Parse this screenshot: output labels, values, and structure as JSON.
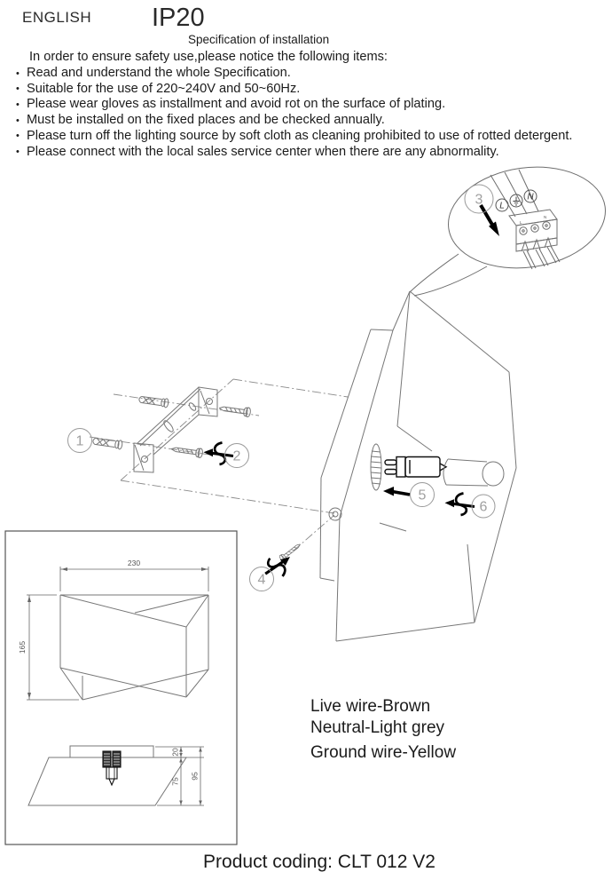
{
  "header": {
    "language": "ENGLISH",
    "ip_rating": "IP20",
    "subtitle": "Specification of installation",
    "intro": "In order to ensure safety use,please notice the following items:",
    "bullets": [
      "Read and understand the whole Specification.",
      "Suitable for the use of 220~240V and 50~60Hz.",
      "Please wear gloves as installment and avoid rot on the surface of plating.",
      "Must be installed on the fixed places and be checked annually.",
      "Please turn off the lighting source by soft cloth as cleaning prohibited to use of rotted detergent.",
      "Please connect with the local sales service center when there are any abnormality."
    ]
  },
  "callouts": [
    "1",
    "2",
    "3",
    "4",
    "5",
    "6"
  ],
  "balloon": {
    "live_label": "L",
    "neutral_label": "N"
  },
  "dimensions": {
    "front_width": "230",
    "front_height": "165",
    "bottom_plate": "20",
    "bottom_body": "75",
    "bottom_total": "95"
  },
  "wiring_legend": [
    "Live wire-Brown",
    "Neutral-Light grey",
    "Ground wire-Yellow"
  ],
  "footer": {
    "product_coding": "Product coding: CLT 012 V2"
  }
}
